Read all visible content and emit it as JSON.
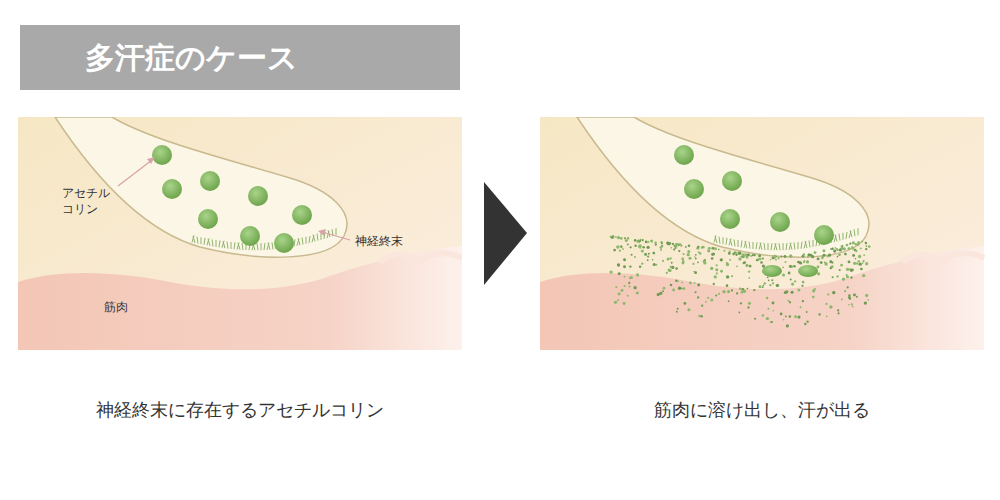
{
  "diagram": {
    "title": "多汗症のケース",
    "labels": [
      "アセチル コリン",
      "神経終末",
      "筋肉",
      "神経終末に存在するアセチルコリン",
      "筋肉に溶け出し、汗が出る"
    ]
  }
}
